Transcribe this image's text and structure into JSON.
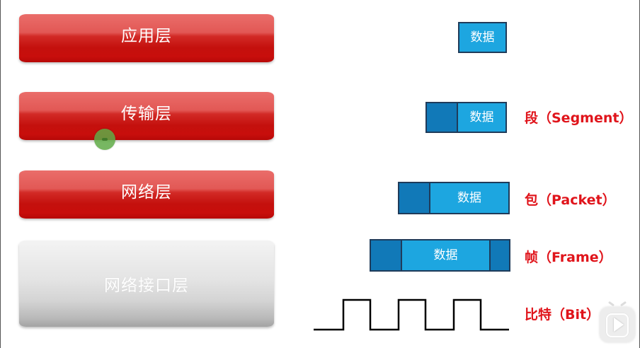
{
  "layers": [
    {
      "name": "应用层"
    },
    {
      "name": "传输层"
    },
    {
      "name": "网络层"
    },
    {
      "name": "网络接口层"
    }
  ],
  "units": [
    {
      "data_label": "数据",
      "label": ""
    },
    {
      "data_label": "数据",
      "label": "段（Segment）"
    },
    {
      "data_label": "数据",
      "label": "包（Packet）"
    },
    {
      "data_label": "数据",
      "label": "帧（Frame）"
    },
    {
      "data_label": "",
      "label": "比特（Bit）"
    }
  ],
  "colors": {
    "layer_red": "#d22a26",
    "layer_grey": "#d4d4d4",
    "header_blue": "#1179b8",
    "data_blue": "#1da6e0",
    "label_red": "#e0141b",
    "signal": "#000000"
  },
  "icons": {
    "cursor": "cursor-dot-icon",
    "player": "video-play-icon"
  }
}
